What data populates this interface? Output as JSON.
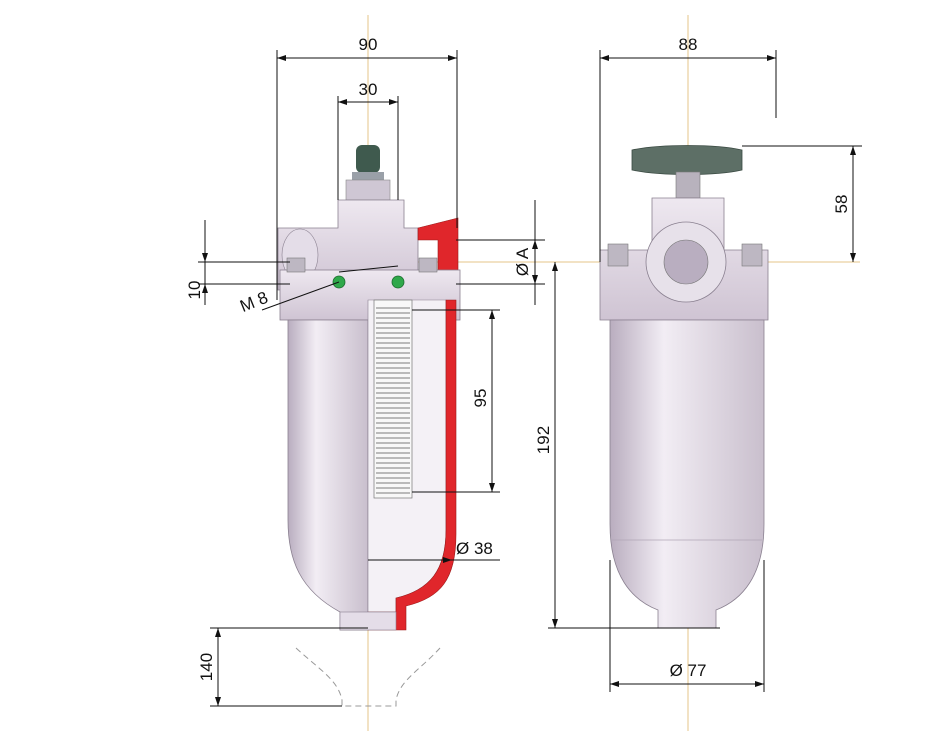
{
  "dimensions": {
    "width_front": "90",
    "port_width": "30",
    "height_10": "10",
    "port_diameter": "Ø A",
    "thread": "M 8",
    "element_length": "95",
    "overall_height": "192",
    "drain_diameter": "Ø 38",
    "clearance": "140",
    "width_side": "88",
    "handle_height": "58",
    "bowl_diameter": "Ø 77"
  },
  "colors": {
    "body": "#d9d0de",
    "bowl": "#e2dae6",
    "section": "#e0262b",
    "handle": "#5d6f66",
    "knob": "#3f5a4e",
    "bolt": "#bdb7c2",
    "indicator": "#2fa84a",
    "centerline": "#e6c48a"
  }
}
